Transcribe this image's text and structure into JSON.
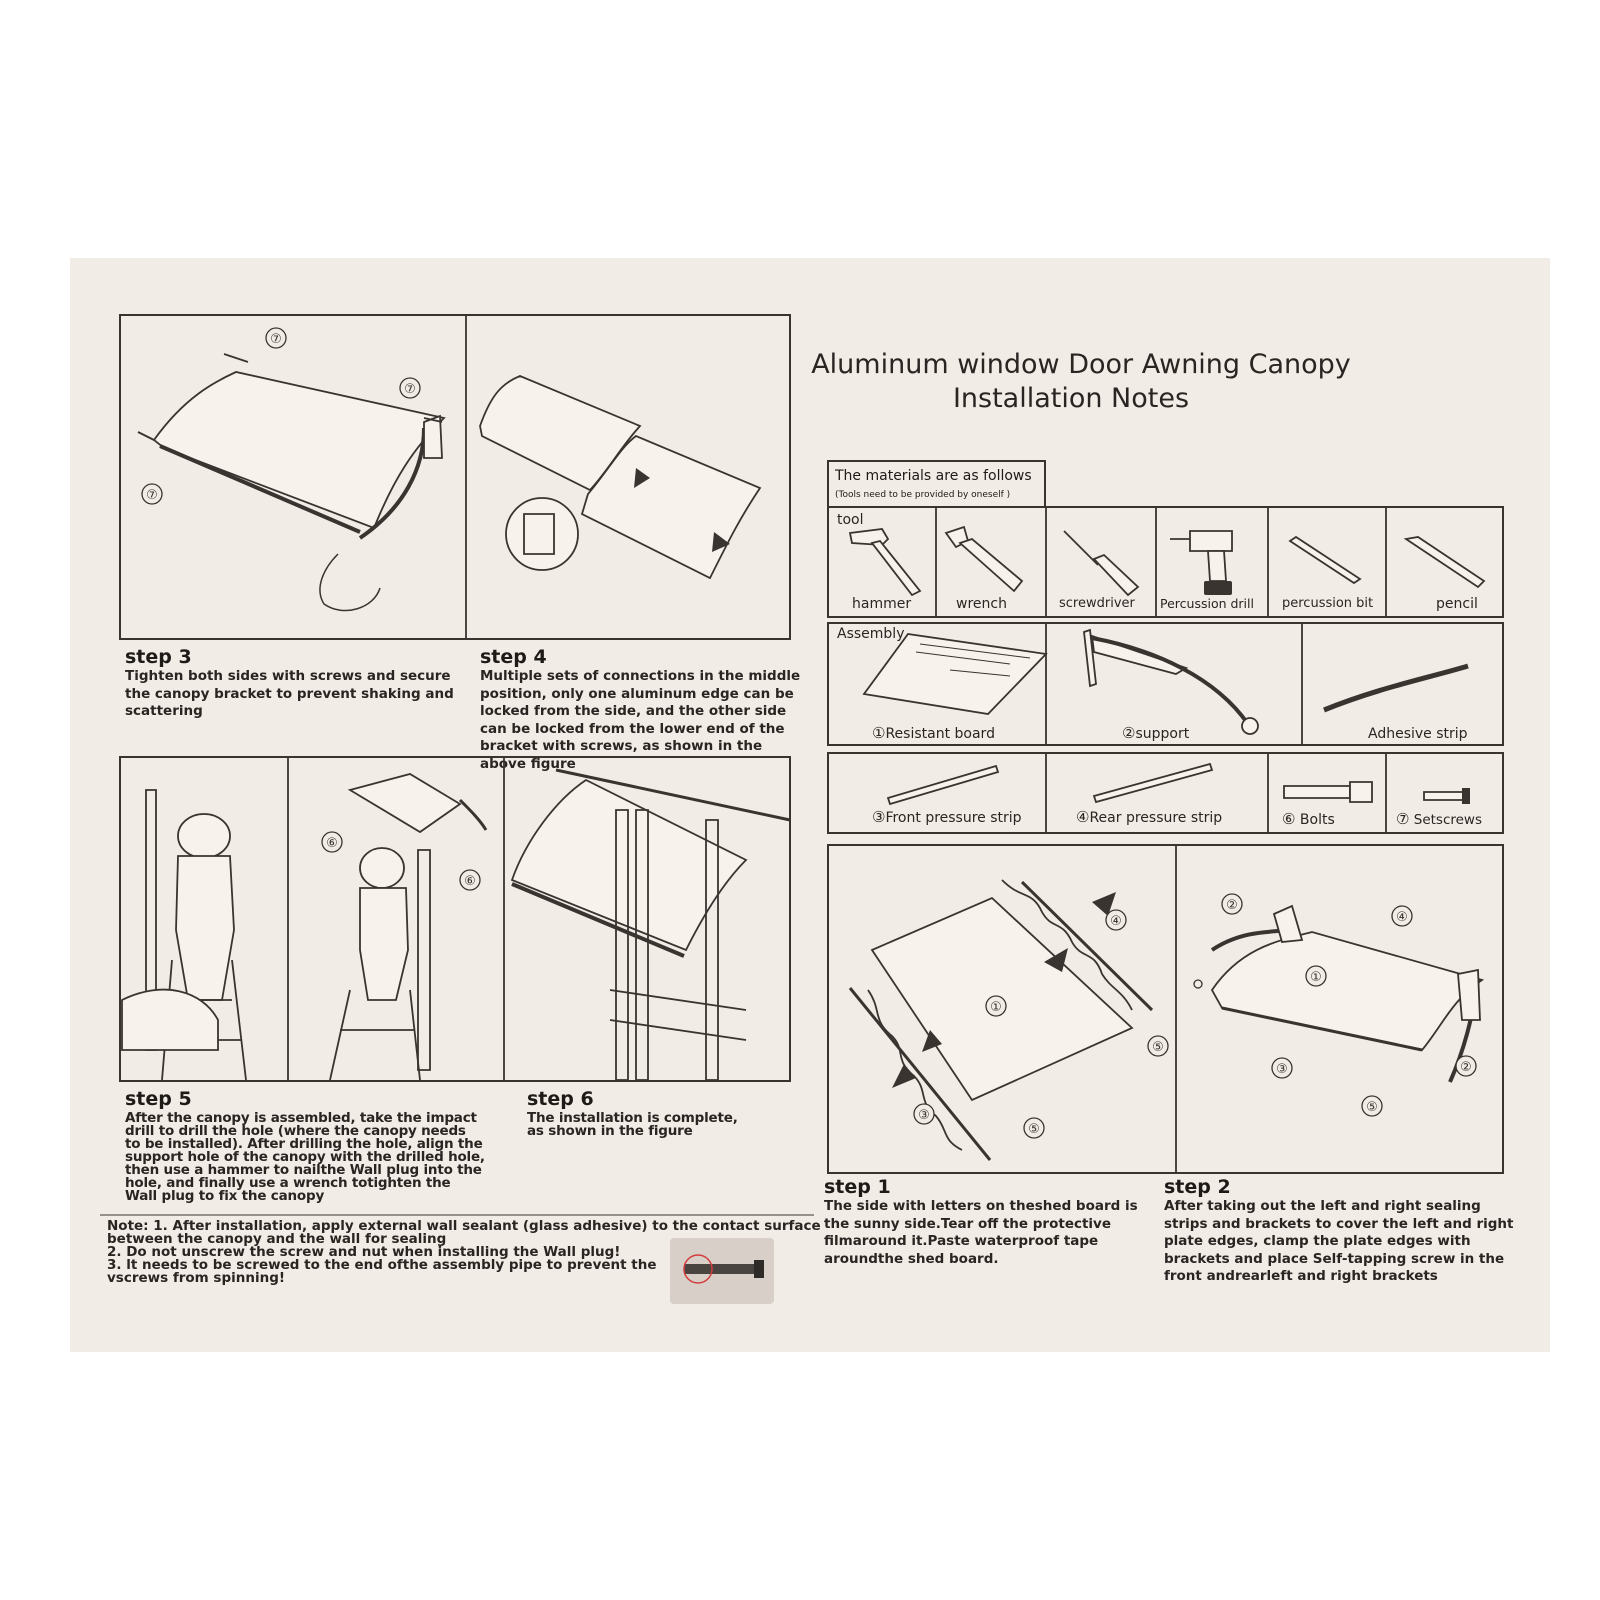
{
  "title": {
    "line1": "Aluminum window Door Awning Canopy",
    "line2": "Installation Notes"
  },
  "materials": {
    "heading": "The materials are as follows",
    "subheading": "(Tools need to be provided by oneself )",
    "tool_label": "tool",
    "tools": [
      "hammer",
      "wrench",
      "screwdriver",
      "Percussion drill",
      "percussion bit",
      "pencil"
    ],
    "assembly_label": "Assembly",
    "parts": [
      {
        "num": "①",
        "name": "Resistant board"
      },
      {
        "num": "②",
        "name": "support"
      },
      {
        "num": "",
        "name": "Adhesive strip"
      },
      {
        "num": "③",
        "name": "Front pressure strip"
      },
      {
        "num": "④",
        "name": "Rear pressure strip"
      },
      {
        "num": "⑥",
        "name": "Bolts"
      },
      {
        "num": "⑦",
        "name": "Setscrews"
      }
    ]
  },
  "steps": {
    "step1": {
      "heading": "step 1",
      "text": "The side with letters on theshed board is the sunny side.Tear off the protective filmaround it.Paste waterproof tape aroundthe shed board."
    },
    "step2": {
      "heading": "step 2",
      "text": "After taking out the left and right sealing strips and brackets to cover the left and right plate edges, clamp the plate edges with brackets and place Self-tapping screw in the front andrearleft and right brackets"
    },
    "step3": {
      "heading": "step 3",
      "text": "Tighten both sides with screws and secure the canopy bracket to prevent shaking and scattering"
    },
    "step4": {
      "heading": "step 4",
      "text": "Multiple sets of connections in the middle position, only one aluminum edge can be locked from the side, and the other side can be locked from the lower end of the bracket with screws, as shown in the above figure"
    },
    "step5": {
      "heading": "step 5",
      "text": "After the canopy is assembled, take the impact drill to drill the hole (where the canopy needs to be installed). After drilling the hole, align the support hole of the canopy with the drilled hole, then use a hammer to nailthe Wall plug into the hole, and finally use a wrench totighten the Wall plug to fix the canopy"
    },
    "step6": {
      "heading": "step 6",
      "text": "The installation is complete, as shown in the figure"
    }
  },
  "note": {
    "line1": "Note: 1. After installation, apply external wall sealant (glass adhesive) to the contact surface",
    "line2": "between the canopy and the wall for sealing",
    "line3": "2. Do not unscrew the screw and nut when installing the Wall plug!",
    "line4": "3. lt needs to be screwed to the end ofthe assembly pipe to prevent the",
    "line5": "vscrews from spinning!"
  },
  "callouts": {
    "c1": "①",
    "c2": "②",
    "c3": "③",
    "c4": "④",
    "c5": "⑤",
    "c6": "⑥",
    "c7": "⑦"
  },
  "colors": {
    "sheet": "#f2ece6",
    "ink": "#3a3431"
  }
}
